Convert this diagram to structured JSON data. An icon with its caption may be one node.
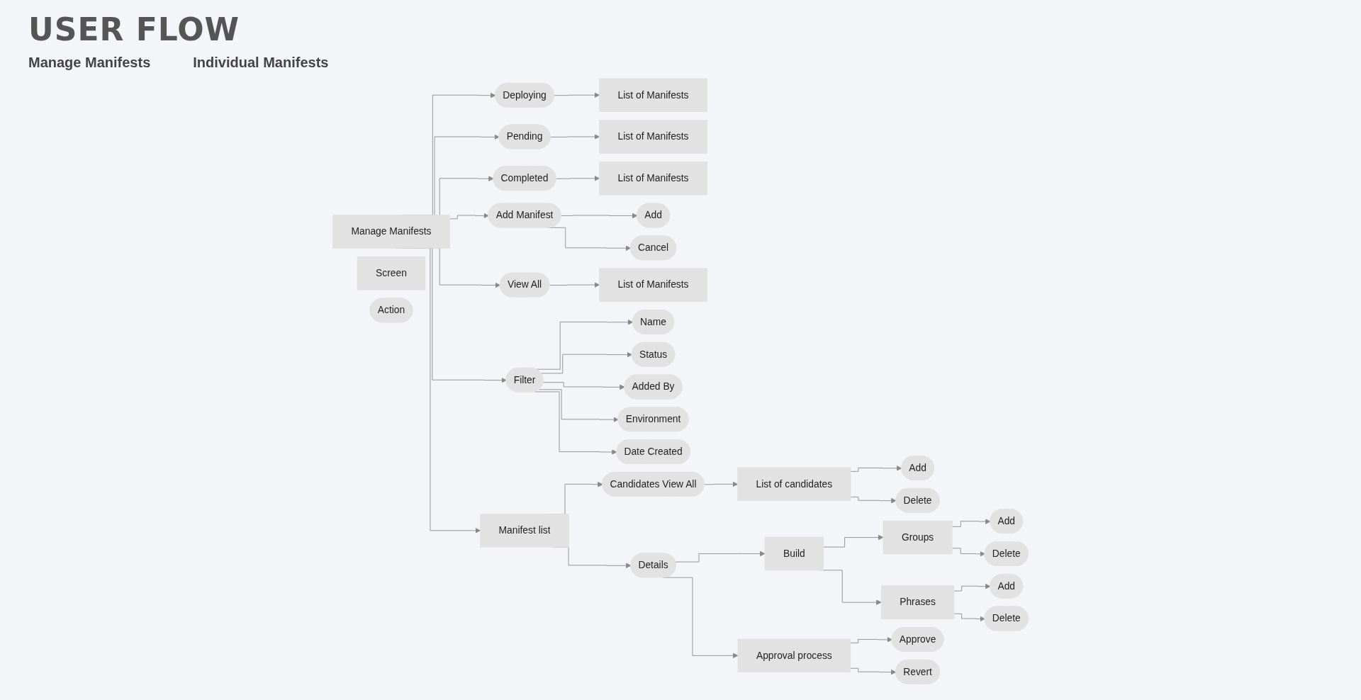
{
  "diagram": {
    "title": "USER FLOW",
    "nodes": [
      {
        "text": [
          "Manage Manifests"
        ]
      },
      {
        "text": [
          "Deploying"
        ]
      },
      {
        "text": [
          "List of Manifests"
        ]
      },
      {
        "text": [
          "Pending"
        ]
      },
      {
        "text": [
          "List of Manifests"
        ]
      },
      {
        "text": [
          "Completed"
        ]
      },
      {
        "text": [
          "List of Manifests"
        ]
      },
      {
        "text": [
          "Filter"
        ]
      },
      {
        "text": [
          "Add Manifest"
        ]
      },
      {
        "text": [
          "Add"
        ]
      },
      {
        "text": [
          "Cancel"
        ]
      },
      {
        "text": [
          "View All"
        ]
      },
      {
        "text": [
          "List of Manifests"
        ]
      },
      {
        "text": [
          "Name"
        ]
      },
      {
        "text": [
          "Status"
        ]
      },
      {
        "text": [
          "Added By"
        ]
      },
      {
        "text": [
          "Environment"
        ]
      },
      {
        "text": [
          "Date Created"
        ]
      },
      {
        "text": [
          "Screen"
        ]
      },
      {
        "text": [
          "Action"
        ]
      },
      {
        "text": [
          "Manifest list"
        ]
      },
      {
        "text": [
          "Candidates View All"
        ]
      },
      {
        "text": [
          "List of candidates"
        ]
      },
      {
        "text": [
          "Add"
        ]
      },
      {
        "text": [
          "Delete"
        ]
      },
      {
        "text": [
          "Details"
        ]
      },
      {
        "text": [
          "Build"
        ]
      },
      {
        "text": [
          "Groups"
        ]
      },
      {
        "text": [
          "Add"
        ]
      },
      {
        "text": [
          "Delete"
        ]
      },
      {
        "text": [
          "Phrases"
        ]
      },
      {
        "text": [
          "Add"
        ]
      },
      {
        "text": [
          "Delete"
        ]
      },
      {
        "text": [
          "Approval process"
        ]
      },
      {
        "text": [
          "Approve"
        ]
      },
      {
        "text": [
          "Revert"
        ]
      }
    ],
    "edges": [
      {
        "from": 0,
        "to": 1,
        "arrow": "to"
      },
      {
        "from": 0,
        "to": 3,
        "arrow": "to"
      },
      {
        "from": 0,
        "to": 5,
        "arrow": "to"
      },
      {
        "from": 0,
        "to": 7,
        "arrow": "to"
      },
      {
        "from": 0,
        "to": 8,
        "arrow": "to"
      },
      {
        "from": 0,
        "to": 11,
        "arrow": "to"
      },
      {
        "from": 1,
        "to": 2,
        "arrow": "to"
      },
      {
        "from": 3,
        "to": 4,
        "arrow": "to"
      },
      {
        "from": 5,
        "to": 6,
        "arrow": "to"
      },
      {
        "from": 7,
        "to": 13,
        "arrow": "to"
      },
      {
        "from": 7,
        "to": 14,
        "arrow": "to"
      },
      {
        "from": 7,
        "to": 15,
        "arrow": "to"
      },
      {
        "from": 7,
        "to": 16,
        "arrow": "to"
      },
      {
        "from": 7,
        "to": 17,
        "arrow": "to"
      },
      {
        "from": 8,
        "to": 9,
        "arrow": "to"
      },
      {
        "from": 8,
        "to": 10,
        "arrow": "to"
      },
      {
        "from": 11,
        "to": 12,
        "arrow": "to"
      },
      {
        "from": 0,
        "to": 20,
        "arrow": "to"
      },
      {
        "from": 20,
        "to": 21,
        "arrow": "to"
      },
      {
        "from": 20,
        "to": 25,
        "arrow": "to"
      },
      {
        "from": 21,
        "to": 22,
        "arrow": "to"
      },
      {
        "from": 22,
        "to": 23,
        "arrow": "to"
      },
      {
        "from": 22,
        "to": 24,
        "arrow": "to"
      },
      {
        "from": 25,
        "to": 26,
        "arrow": "to"
      },
      {
        "from": 25,
        "to": 33,
        "arrow": "to"
      },
      {
        "from": 26,
        "to": 27,
        "arrow": "to"
      },
      {
        "from": 26,
        "to": 30,
        "arrow": "to"
      },
      {
        "from": 27,
        "to": 28,
        "arrow": "to"
      },
      {
        "from": 27,
        "to": 29,
        "arrow": "to"
      },
      {
        "from": 30,
        "to": 31,
        "arrow": "to"
      },
      {
        "from": 30,
        "to": 32,
        "arrow": "to"
      },
      {
        "from": 33,
        "to": 34,
        "arrow": "to"
      },
      {
        "from": 33,
        "to": 35,
        "arrow": "to"
      }
    ],
    "labels": [
      "Manage Manifests",
      "Individual Manifests"
    ]
  }
}
